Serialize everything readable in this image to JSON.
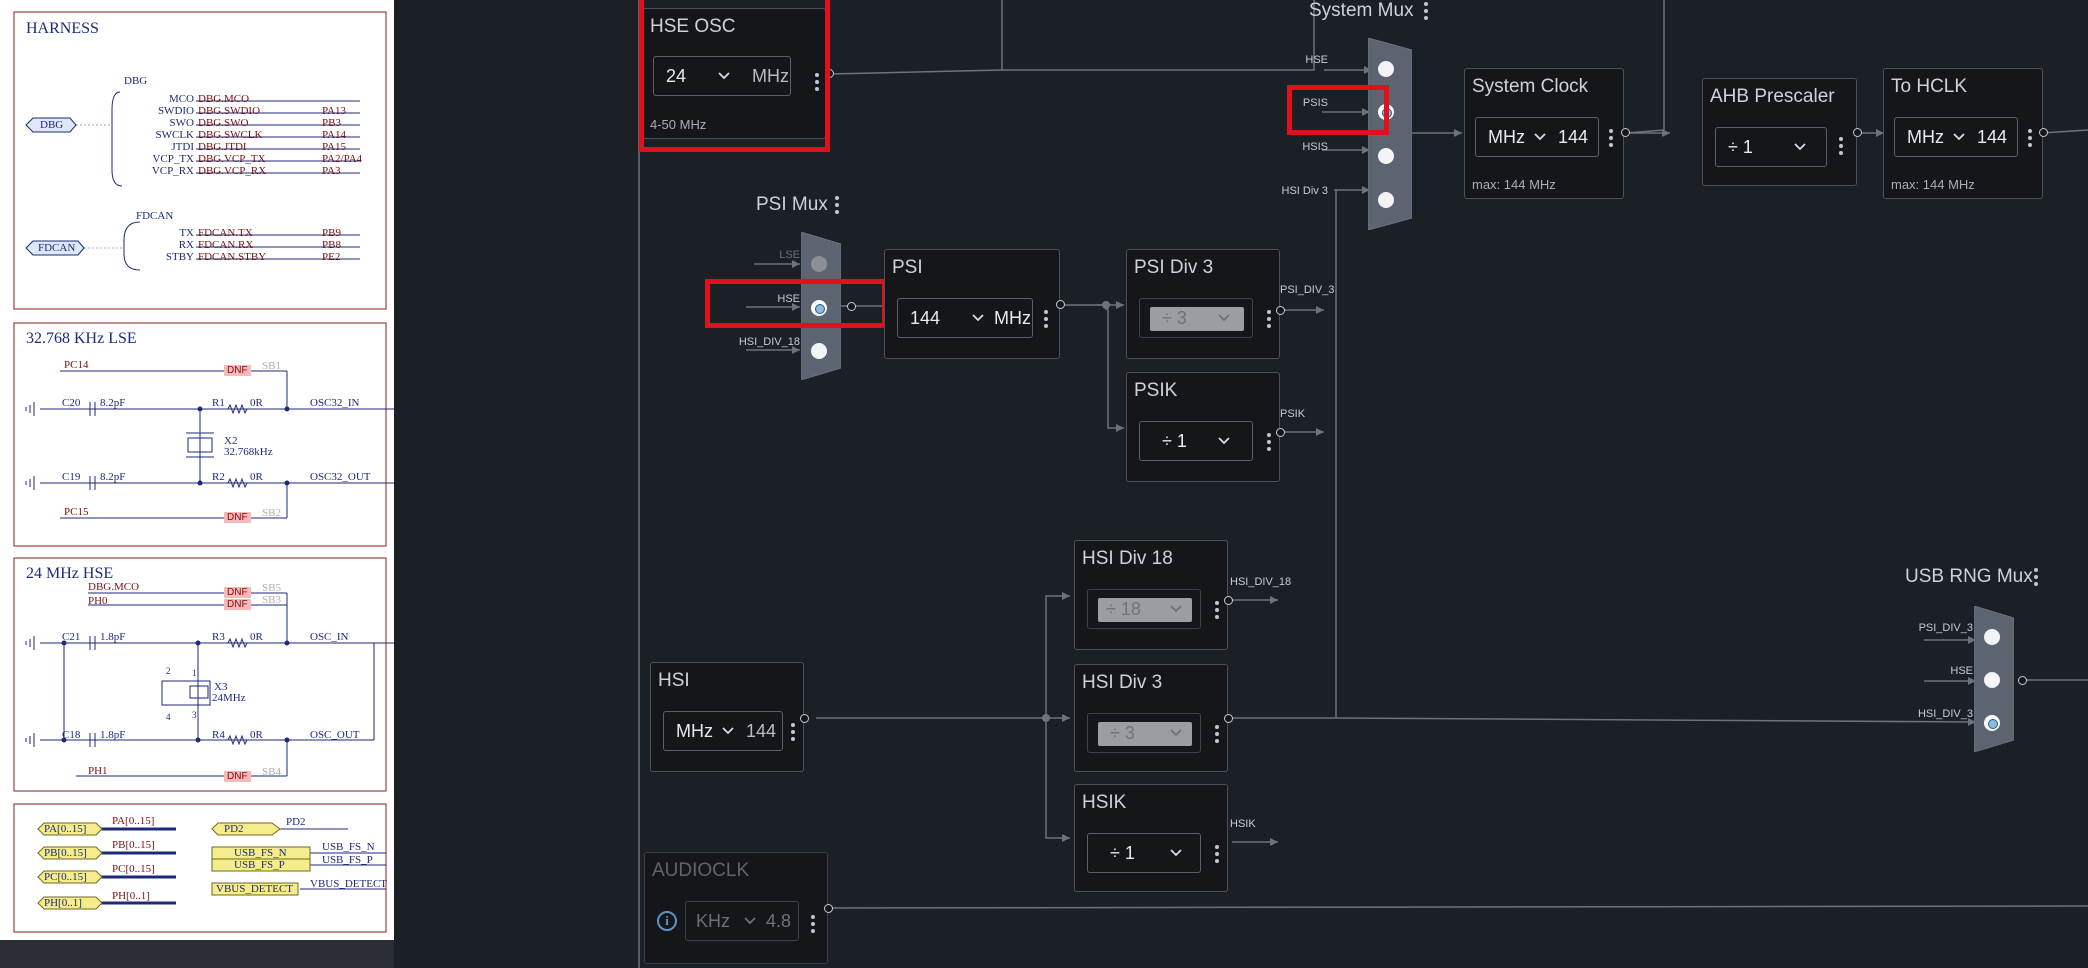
{
  "schematic": {
    "harness": {
      "title": "HARNESS",
      "dbg_title": "DBG",
      "dbg_port": "DBG",
      "dbg_pins": [
        "MCO",
        "SWDIO",
        "SWO",
        "SWCLK",
        "JTDI",
        "VCP_TX",
        "VCP_RX"
      ],
      "dbg_nets": [
        "DBG.MCO",
        "DBG.SWDIO",
        "DBG.SWO",
        "DBG.SWCLK",
        "DBG.JTDI",
        "DBG.VCP_TX",
        "DBG.VCP_RX"
      ],
      "dbg_ports": [
        "",
        "PA13",
        "PB3",
        "PA14",
        "PA15",
        "PA2/PA4",
        "PA3"
      ],
      "fdcan_title": "FDCAN",
      "fdcan_port": "FDCAN",
      "fdcan_pins": [
        "TX",
        "RX",
        "STBY"
      ],
      "fdcan_nets": [
        "FDCAN.TX",
        "FDCAN.RX",
        "FDCAN.STBY"
      ],
      "fdcan_ports": [
        "PB9",
        "PB8",
        "PE2"
      ]
    },
    "lse": {
      "title": "32.768 KHz LSE",
      "pc14": "PC14",
      "pc15": "PC15",
      "dnf": "DNF",
      "sb1": "SB1",
      "sb2": "SB2",
      "c20": "C20",
      "c20_val": "8.2pF",
      "c19": "C19",
      "c19_val": "8.2pF",
      "r1": "R1",
      "r1_val": "0R",
      "r2": "R2",
      "r2_val": "0R",
      "x2": "X2",
      "x2_val": "32.768kHz",
      "osc_in": "OSC32_IN",
      "osc_out": "OSC32_OUT"
    },
    "hse": {
      "title": "24 MHz HSE",
      "mco": "DBG.MCO",
      "ph0": "PH0",
      "ph1": "PH1",
      "dnf": "DNF",
      "sb5": "SB5",
      "sb3": "SB3",
      "sb4": "SB4",
      "c21": "C21",
      "c21_val": "1.8pF",
      "c18": "C18",
      "c18_val": "1.8pF",
      "r3": "R3",
      "r3_val": "0R",
      "r4": "R4",
      "r4_val": "0R",
      "x3": "X3",
      "x3_val": "24MHz",
      "pin1": "1",
      "pin2": "2",
      "pin3": "3",
      "pin4": "4",
      "osc_in": "OSC_IN",
      "osc_out": "OSC_OUT"
    },
    "ports": {
      "pa": "PA[0..15]",
      "pb": "PB[0..15]",
      "pc": "PC[0..15]",
      "ph": "PH[0..1]",
      "pa_net": "PA[0..15]",
      "pb_net": "PB[0..15]",
      "pc_net": "PC[0..15]",
      "ph_net": "PH[0..1]",
      "pd2": "PD2",
      "pd2_net": "PD2",
      "usb_n": "USB_FS_N",
      "usb_p": "USB_FS_P",
      "usb_n_net": "USB_FS_N",
      "usb_p_net": "USB_FS_P",
      "vbus": "VBUS_DETECT",
      "vbus_net": "VBUS_DETECT"
    }
  },
  "clock": {
    "hse_osc": {
      "title": "HSE OSC",
      "value": "24",
      "unit": "MHz",
      "range": "4-50 MHz"
    },
    "system_mux": {
      "title": "System Mux",
      "inputs": [
        "HSE",
        "PSIS",
        "HSIS",
        "HSI Div 3"
      ],
      "selected": 1
    },
    "system_clock": {
      "title": "System Clock",
      "unit": "MHz",
      "value": "144",
      "max": "max: 144 MHz"
    },
    "ahb_prescaler": {
      "title": "AHB Prescaler",
      "value": "÷ 1"
    },
    "to_hclk": {
      "title": "To HCLK",
      "unit": "MHz",
      "value": "144",
      "max": "max: 144 MHz"
    },
    "psi_mux": {
      "title": "PSI Mux",
      "inputs": [
        "LSE",
        "HSE",
        "HSI_DIV_18"
      ],
      "selected": 1
    },
    "psi": {
      "title": "PSI",
      "value": "144",
      "unit": "MHz"
    },
    "psi_div3": {
      "title": "PSI Div 3",
      "value": "÷ 3",
      "out": "PSI_DIV_3"
    },
    "psik": {
      "title": "PSIK",
      "value": "÷ 1",
      "out": "PSIK"
    },
    "hsi_div18": {
      "title": "HSI Div 18",
      "value": "÷ 18",
      "out": "HSI_DIV_18"
    },
    "hsi": {
      "title": "HSI",
      "unit": "MHz",
      "value": "144"
    },
    "hsi_div3": {
      "title": "HSI Div 3",
      "value": "÷ 3"
    },
    "hsik": {
      "title": "HSIK",
      "value": "÷ 1",
      "out": "HSIK"
    },
    "usb_rng_mux": {
      "title": "USB RNG Mux",
      "inputs": [
        "PSI_DIV_3",
        "HSE",
        "HSI_DIV_3"
      ],
      "selected": 2
    },
    "audioclk": {
      "title": "AUDIOCLK",
      "unit": "KHz",
      "value": "4.8"
    },
    "colors": {
      "background": "#1b1f26",
      "node": "#141619",
      "highlight": "#e0101c",
      "selected": "#8fb9d6"
    }
  }
}
